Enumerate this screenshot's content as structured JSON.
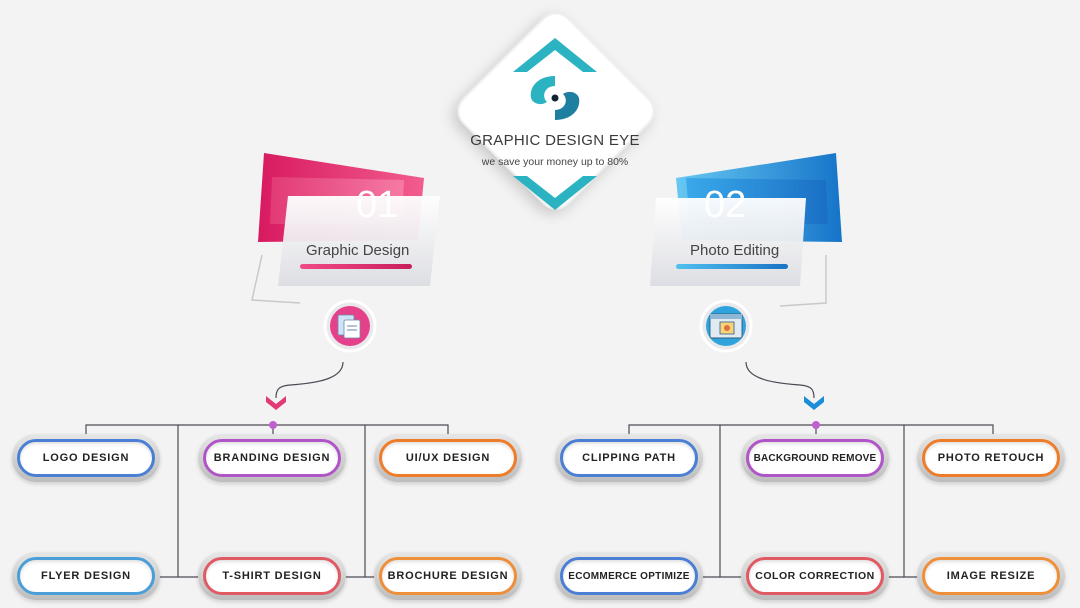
{
  "brand": {
    "name": "GRAPHIC DESIGN EYE",
    "tagline": "we save your money up to 80%"
  },
  "colors": {
    "teal": "#2bb3c2",
    "pink": "#e0306f",
    "blue": "#1e8fd8",
    "pill_blue": "#4a7fd4",
    "pill_purple": "#b055c8",
    "pill_orange": "#ee7d2a",
    "pill_red": "#e05a63"
  },
  "categories": [
    {
      "number": "01",
      "label": "Graphic Design",
      "icon": "design-document-icon",
      "services": [
        {
          "label": "LOGO DESIGN",
          "ring": "#4a7fd4"
        },
        {
          "label": "BRANDING DESIGN",
          "ring": "#b055c8"
        },
        {
          "label": "UI/UX DESIGN",
          "ring": "#ee7d2a"
        },
        {
          "label": "FLYER DESIGN",
          "ring": "#4a9fd8"
        },
        {
          "label": "T-SHIRT DESIGN",
          "ring": "#e05a63"
        },
        {
          "label": "BROCHURE DESIGN",
          "ring": "#ee8f3a"
        }
      ]
    },
    {
      "number": "02",
      "label": "Photo Editing",
      "icon": "photo-editor-icon",
      "services": [
        {
          "label": "CLIPPING PATH",
          "ring": "#4a7fd4"
        },
        {
          "label": "BACKGROUND REMOVE",
          "ring": "#b055c8"
        },
        {
          "label": "PHOTO RETOUCH",
          "ring": "#ee7d2a"
        },
        {
          "label": "ECOMMERCE OPTIMIZE",
          "ring": "#4a7fd4"
        },
        {
          "label": "COLOR CORRECTION",
          "ring": "#e05a63"
        },
        {
          "label": "IMAGE RESIZE",
          "ring": "#ee8f3a"
        }
      ]
    }
  ]
}
